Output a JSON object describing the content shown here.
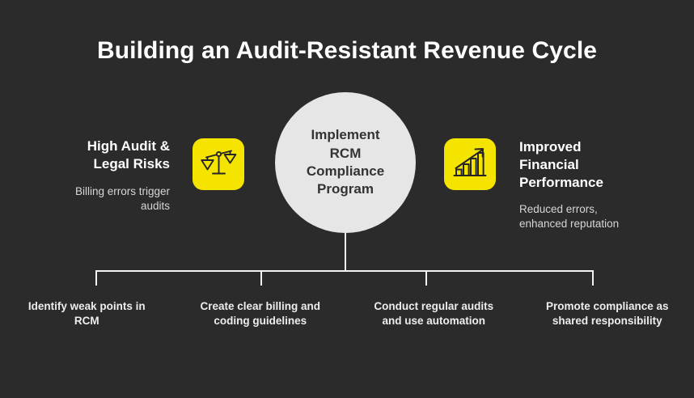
{
  "theme": {
    "background": "#2b2b2b",
    "accent_yellow": "#f5e400",
    "circle_fill": "#e6e6e6",
    "text_light": "#ffffff",
    "text_muted": "#d6d6d6",
    "line_color": "#f2f2f2",
    "icon_stroke": "#262626"
  },
  "title": "Building an Audit-Resistant Revenue Cycle",
  "center": {
    "label": "Implement\nRCM\nCompliance\nProgram"
  },
  "left_block": {
    "heading": "High Audit &\nLegal Risks",
    "subtext": "Billing errors trigger\naudits",
    "icon_name": "scales-balance-icon"
  },
  "right_block": {
    "heading": "Improved\nFinancial\nPerformance",
    "subtext": "Reduced errors,\nenhanced reputation",
    "icon_name": "bar-chart-growth-icon"
  },
  "branches": [
    {
      "label": "Identify weak points in\nRCM"
    },
    {
      "label": "Create clear billing and\ncoding guidelines"
    },
    {
      "label": "Conduct regular audits\nand use automation"
    },
    {
      "label": "Promote compliance as\nshared responsibility"
    }
  ]
}
